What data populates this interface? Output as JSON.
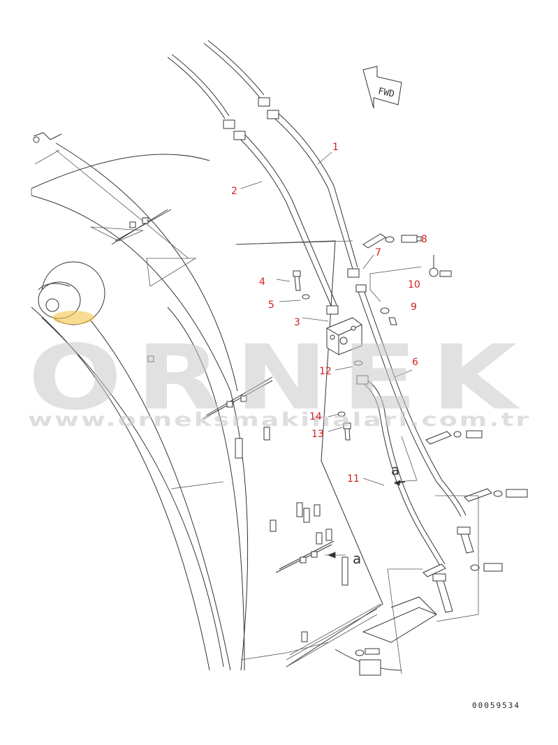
{
  "callouts": [
    {
      "label": "1"
    },
    {
      "label": "2"
    },
    {
      "label": "3"
    },
    {
      "label": "4"
    },
    {
      "label": "5"
    },
    {
      "label": "6"
    },
    {
      "label": "7"
    },
    {
      "label": "8"
    },
    {
      "label": "9"
    },
    {
      "label": "10"
    },
    {
      "label": "11"
    },
    {
      "label": "12"
    },
    {
      "label": "13"
    },
    {
      "label": "14"
    }
  ],
  "reference_marks": {
    "a1": "a",
    "a2": "a"
  },
  "fwd_label": "FWD",
  "drawing_number": "00059534",
  "watermark": {
    "brand": "ORNEK",
    "url": "www.orneksmakinalari.com.tr"
  },
  "colors": {
    "callout": "#d42020",
    "linework": "#333333",
    "watermark": "#c9c9c9"
  }
}
